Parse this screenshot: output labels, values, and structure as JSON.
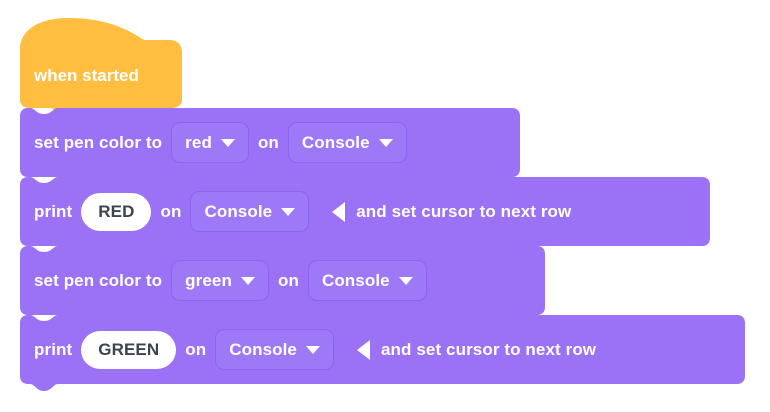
{
  "workspace": {
    "name": "block-code-workspace",
    "background_color": "#ffffff",
    "palette": {
      "event_block_color": "#ffbe3f",
      "command_block_color": "#9b72f5",
      "field_fill_color": "#9d79f7",
      "field_border_color": "#8d63ef",
      "value_pill_background": "#ffffff",
      "value_pill_text_color": "#3b4450",
      "block_text_color": "#ffffff"
    }
  },
  "script": {
    "hat": {
      "type": "event",
      "label": "when started"
    },
    "blocks": [
      {
        "type": "set-pen-color",
        "label_prefix": "set pen color to",
        "color_dropdown": {
          "value": "red",
          "icon": "chevron-down-icon"
        },
        "label_middle": "on",
        "target_dropdown": {
          "value": "Console",
          "icon": "chevron-down-icon"
        }
      },
      {
        "type": "print",
        "label_prefix": "print",
        "text_value": "RED",
        "label_middle": "on",
        "target_dropdown": {
          "value": "Console",
          "icon": "chevron-down-icon"
        },
        "toggle_icon": "caret-left-icon",
        "label_suffix": "and set cursor to next row"
      },
      {
        "type": "set-pen-color",
        "label_prefix": "set pen color to",
        "color_dropdown": {
          "value": "green",
          "icon": "chevron-down-icon"
        },
        "label_middle": "on",
        "target_dropdown": {
          "value": "Console",
          "icon": "chevron-down-icon"
        }
      },
      {
        "type": "print",
        "label_prefix": "print",
        "text_value": "GREEN",
        "label_middle": "on",
        "target_dropdown": {
          "value": "Console",
          "icon": "chevron-down-icon"
        },
        "toggle_icon": "caret-left-icon",
        "label_suffix": "and set cursor to next row"
      }
    ]
  }
}
